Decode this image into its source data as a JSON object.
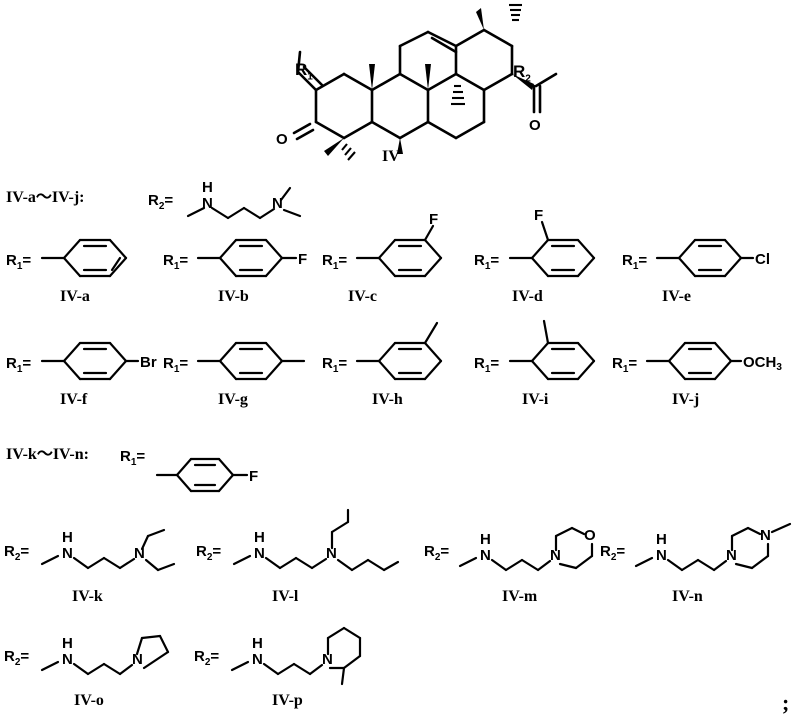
{
  "figure": {
    "core_label": "IV",
    "core_r1_label": "R",
    "core_r1_sub": "1",
    "core_r2_label": "R",
    "core_r2_sub": "2",
    "core_ketone_atom": "O",
    "core_amide_atom": "O",
    "trailing_punctuation": ";"
  },
  "sections": [
    {
      "id": "section-aj",
      "range_label": "IV-a～IV-j:",
      "r2_prefix": "R",
      "r2_sub": "2",
      "r2_equals": "=",
      "r2_structure_name": "3-(dimethylamino)propylamino",
      "r2_atoms": [
        "H",
        "N",
        "N"
      ]
    },
    {
      "id": "section-kn",
      "range_label": "IV-k～IV-n:",
      "r1_prefix": "R",
      "r1_sub": "1",
      "r1_equals": "=",
      "r1_structure_name": "4-fluorophenyl",
      "r1_atoms": [
        "F"
      ]
    }
  ],
  "r1_variants": [
    {
      "id": "IV-a",
      "label": "IV-a",
      "prefix": "R",
      "sub": "1",
      "equals": "=",
      "structure": "phenyl",
      "substituent": "",
      "position": "none"
    },
    {
      "id": "IV-b",
      "label": "IV-b",
      "prefix": "R",
      "sub": "1",
      "equals": "=",
      "structure": "4-fluorophenyl",
      "substituent": "F",
      "position": "para"
    },
    {
      "id": "IV-c",
      "label": "IV-c",
      "prefix": "R",
      "sub": "1",
      "equals": "=",
      "structure": "3-fluorophenyl",
      "substituent": "F",
      "position": "meta"
    },
    {
      "id": "IV-d",
      "label": "IV-d",
      "prefix": "R",
      "sub": "1",
      "equals": "=",
      "structure": "2-fluorophenyl",
      "substituent": "F",
      "position": "ortho"
    },
    {
      "id": "IV-e",
      "label": "IV-e",
      "prefix": "R",
      "sub": "1",
      "equals": "=",
      "structure": "4-chlorophenyl",
      "substituent": "Cl",
      "position": "para"
    },
    {
      "id": "IV-f",
      "label": "IV-f",
      "prefix": "R",
      "sub": "1",
      "equals": "=",
      "structure": "4-bromophenyl",
      "substituent": "Br",
      "position": "para"
    },
    {
      "id": "IV-g",
      "label": "IV-g",
      "prefix": "R",
      "sub": "1",
      "equals": "=",
      "structure": "4-methylphenyl",
      "substituent": "CH3",
      "position": "para"
    },
    {
      "id": "IV-h",
      "label": "IV-h",
      "prefix": "R",
      "sub": "1",
      "equals": "=",
      "structure": "3-methylphenyl",
      "substituent": "CH3",
      "position": "meta"
    },
    {
      "id": "IV-i",
      "label": "IV-i",
      "prefix": "R",
      "sub": "1",
      "equals": "=",
      "structure": "2-methylphenyl",
      "substituent": "CH3",
      "position": "ortho"
    },
    {
      "id": "IV-j",
      "label": "IV-j",
      "prefix": "R",
      "sub": "1",
      "equals": "=",
      "structure": "4-methoxyphenyl",
      "substituent": "OCH3",
      "position": "para"
    }
  ],
  "r2_variants": [
    {
      "id": "IV-k",
      "label": "IV-k",
      "prefix": "R",
      "sub": "2",
      "equals": "=",
      "structure": "3-(diethylamino)propylamino"
    },
    {
      "id": "IV-l",
      "label": "IV-l",
      "prefix": "R",
      "sub": "2",
      "equals": "=",
      "structure": "3-(dibutylamino)propylamino"
    },
    {
      "id": "IV-m",
      "label": "IV-m",
      "prefix": "R",
      "sub": "2",
      "equals": "=",
      "structure": "3-morpholinopropylamino"
    },
    {
      "id": "IV-n",
      "label": "IV-n",
      "prefix": "R",
      "sub": "2",
      "equals": "=",
      "structure": "3-(4-methylpiperazin-1-yl)propylamino"
    },
    {
      "id": "IV-o",
      "label": "IV-o",
      "prefix": "R",
      "sub": "2",
      "equals": "=",
      "structure": "3-(pyrrolidin-1-yl)propylamino"
    },
    {
      "id": "IV-p",
      "label": "IV-p",
      "prefix": "R",
      "sub": "2",
      "equals": "=",
      "structure": "3-(2-methylpiperidin-1-yl)propylamino"
    }
  ],
  "atom_labels": {
    "F": "F",
    "Cl": "Cl",
    "Br": "Br",
    "N": "N",
    "O": "O",
    "H": "H",
    "C": "C",
    "CH3_C": "CH",
    "CH3_3": "3",
    "OCH3_O": "OCH",
    "OCH3_3": "3"
  },
  "colors": {
    "ink": "#000000",
    "background": "#ffffff"
  }
}
